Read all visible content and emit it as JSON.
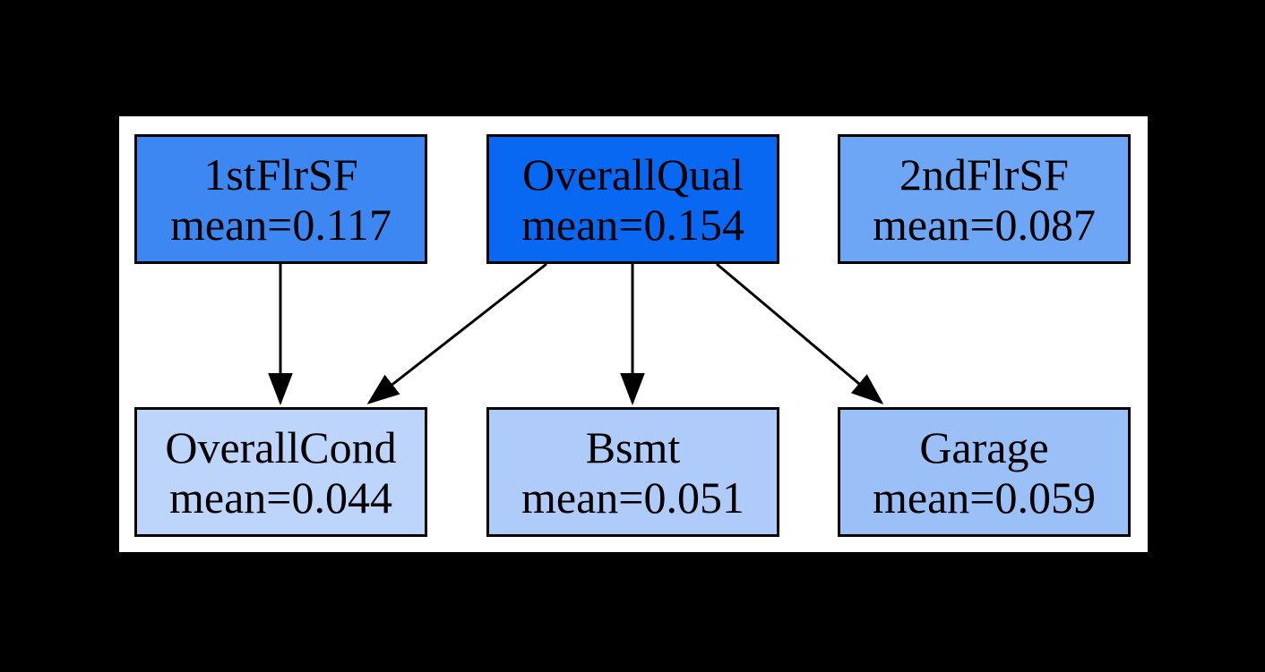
{
  "diagram": {
    "background_color": "#000000",
    "panel_color": "#ffffff",
    "node_border_color": "#000000",
    "text_color": "#000000",
    "edge_color": "#000000",
    "nodes": [
      {
        "id": "1stFlrSF",
        "label": "1stFlrSF",
        "mean": 0.117,
        "mean_label": "mean=0.117",
        "fill": "#3d87f2"
      },
      {
        "id": "OverallQual",
        "label": "OverallQual",
        "mean": 0.154,
        "mean_label": "mean=0.154",
        "fill": "#0968f2"
      },
      {
        "id": "2ndFlrSF",
        "label": "2ndFlrSF",
        "mean": 0.087,
        "mean_label": "mean=0.087",
        "fill": "#6ca6f5"
      },
      {
        "id": "OverallCond",
        "label": "OverallCond",
        "mean": 0.044,
        "mean_label": "mean=0.044",
        "fill": "#bdd5fb"
      },
      {
        "id": "Bsmt",
        "label": "Bsmt",
        "mean": 0.051,
        "mean_label": "mean=0.051",
        "fill": "#aecbfa"
      },
      {
        "id": "Garage",
        "label": "Garage",
        "mean": 0.059,
        "mean_label": "mean=0.059",
        "fill": "#9bc0f8"
      }
    ],
    "edges": [
      {
        "from": "1stFlrSF",
        "to": "OverallCond"
      },
      {
        "from": "OverallQual",
        "to": "OverallCond"
      },
      {
        "from": "OverallQual",
        "to": "Bsmt"
      },
      {
        "from": "OverallQual",
        "to": "Garage"
      }
    ]
  }
}
